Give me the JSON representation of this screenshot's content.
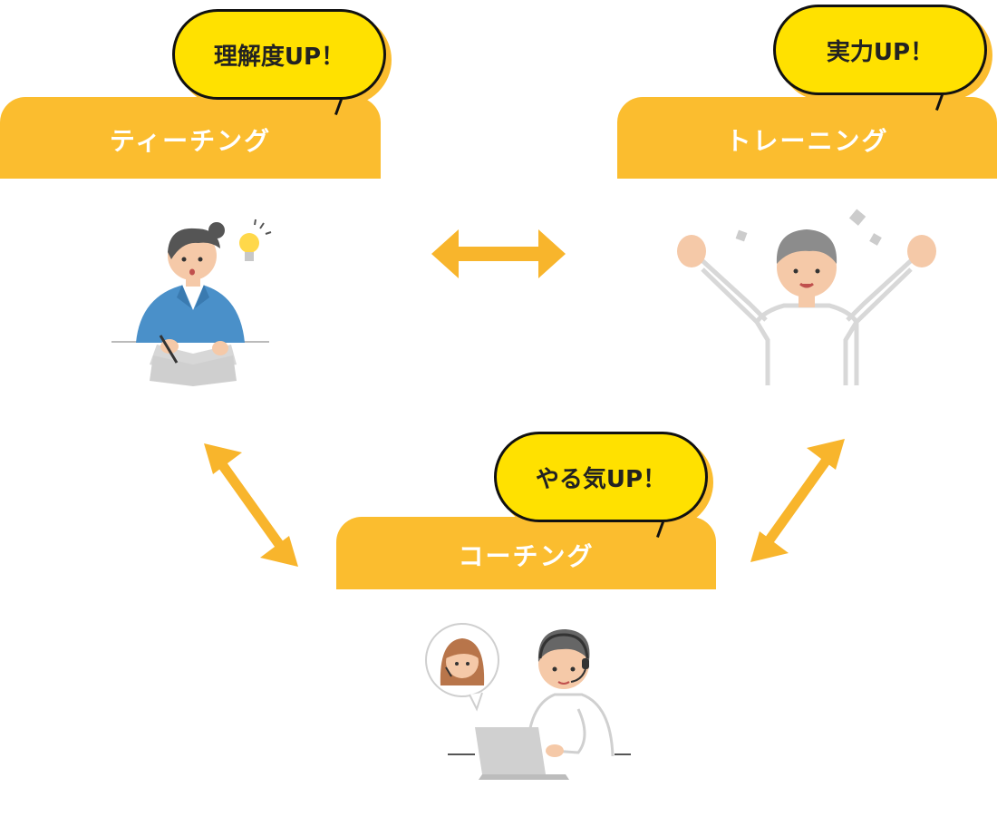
{
  "diagram": {
    "nodes": [
      {
        "id": "teaching",
        "label": "ティーチング",
        "bubble": "理解度UP！"
      },
      {
        "id": "training",
        "label": "トレーニング",
        "bubble": "実力UP！"
      },
      {
        "id": "coaching",
        "label": "コーチング",
        "bubble": "やる気UP！"
      }
    ],
    "edges": [
      {
        "from": "teaching",
        "to": "training",
        "direction": "both"
      },
      {
        "from": "teaching",
        "to": "coaching",
        "direction": "both"
      },
      {
        "from": "training",
        "to": "coaching",
        "direction": "both"
      }
    ]
  },
  "colors": {
    "tab": "#FBBD2F",
    "bubble": "#FFE100",
    "arrow": "#F8B52C"
  }
}
